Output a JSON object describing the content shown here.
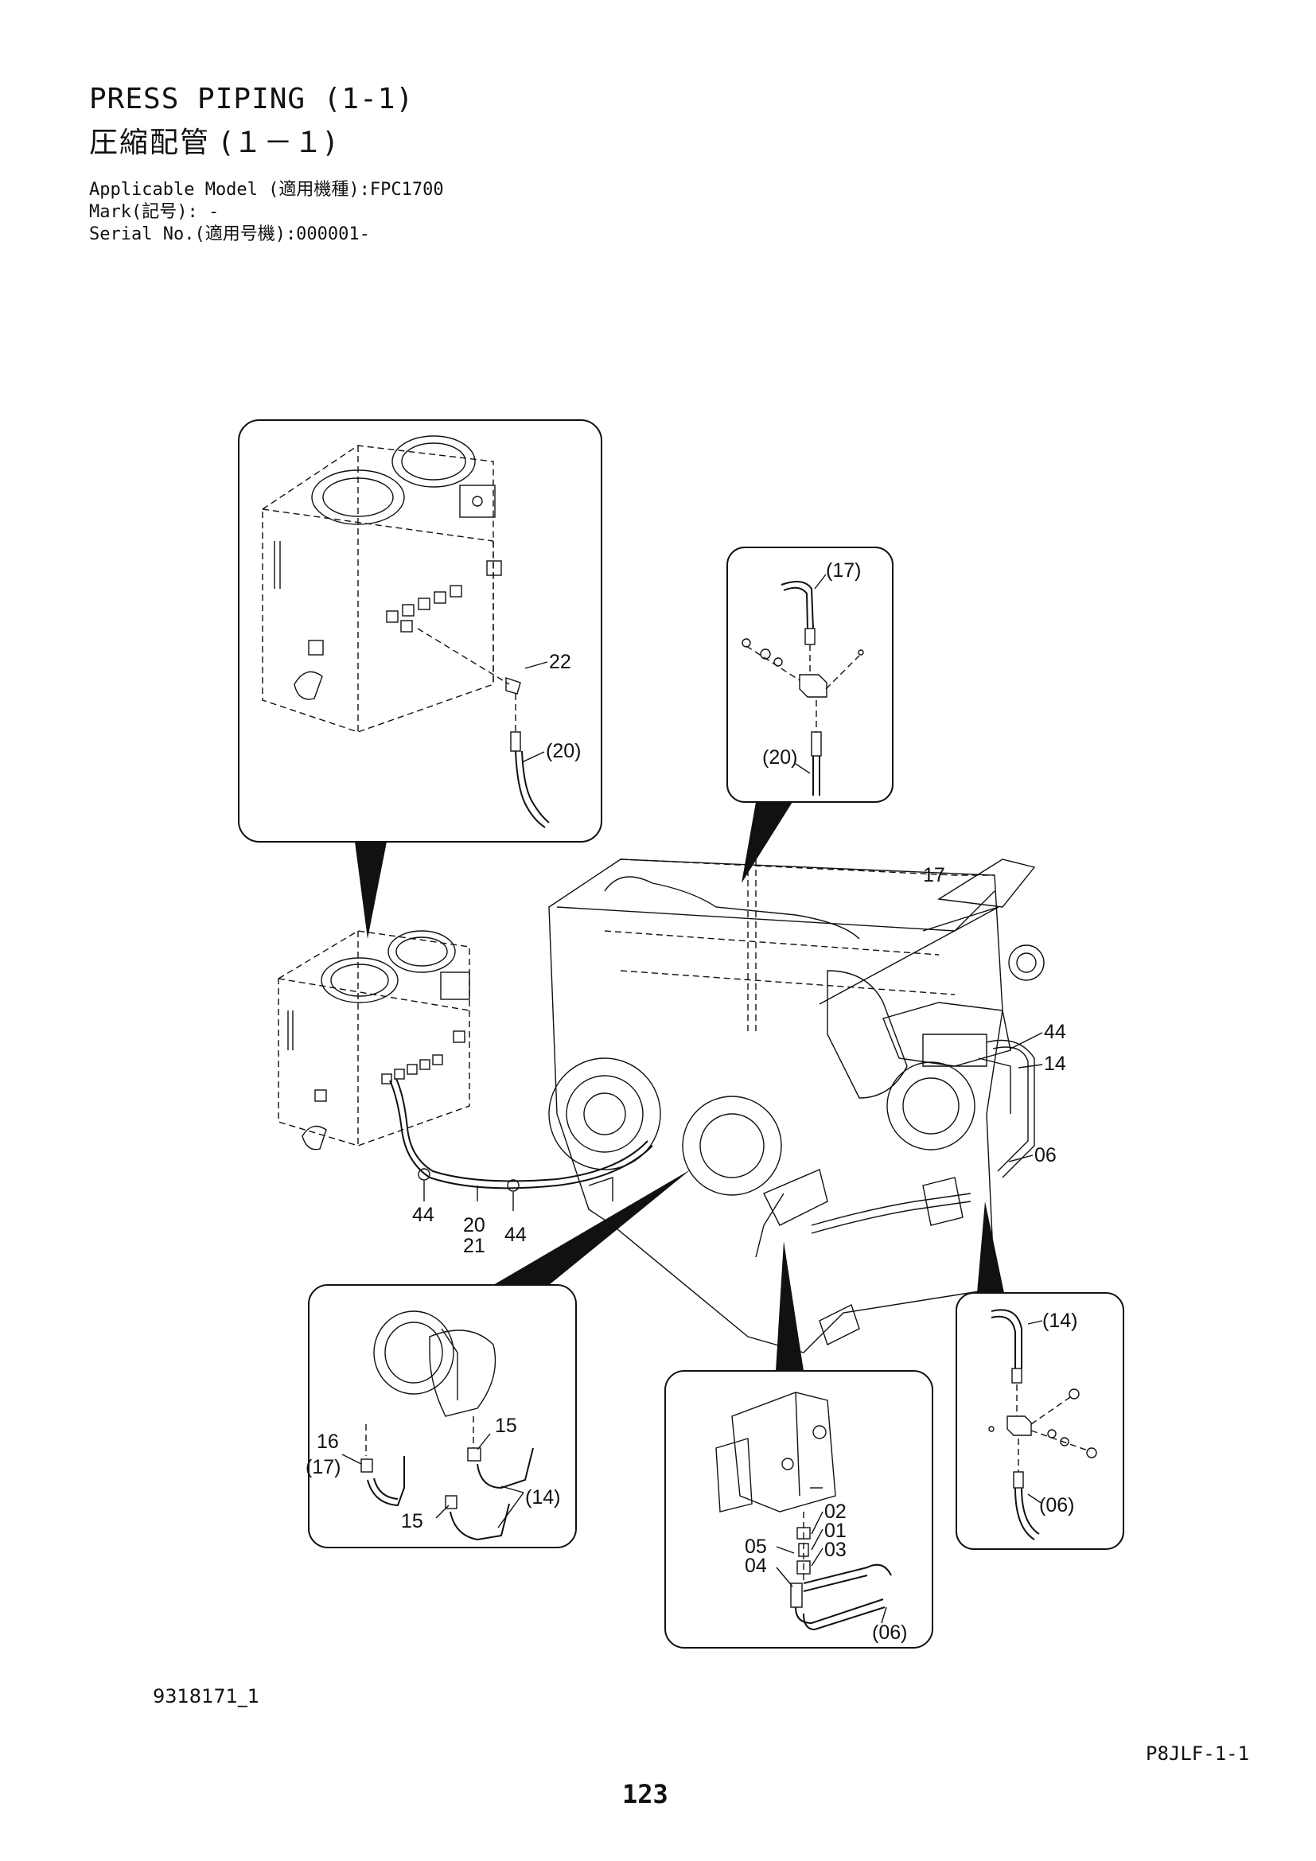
{
  "header": {
    "title_en": "PRESS PIPING (1-1)",
    "title_ja": "圧縮配管 (１－１)",
    "applicable_model": "Applicable Model (適用機種):FPC1700",
    "mark": "Mark(記号): -",
    "serial_no": "Serial No.(適用号機):000001-"
  },
  "callouts": {
    "tank_detail": [
      "22",
      "(20)"
    ],
    "tee_detail": [
      "(17)",
      "(20)"
    ],
    "main": [
      "17",
      "44",
      "14",
      "06",
      "44",
      "20",
      "21",
      "44"
    ],
    "motor_detail": [
      "16",
      "(17)",
      "15",
      "15",
      "(14)"
    ],
    "valve_detail": [
      "02",
      "01",
      "03",
      "05",
      "04",
      "(06)"
    ],
    "block_detail": [
      "(14)",
      "(06)"
    ]
  },
  "footer": {
    "doc_id": "9318171_1",
    "page_code": "P8JLF-1-1",
    "page_number": "123"
  }
}
